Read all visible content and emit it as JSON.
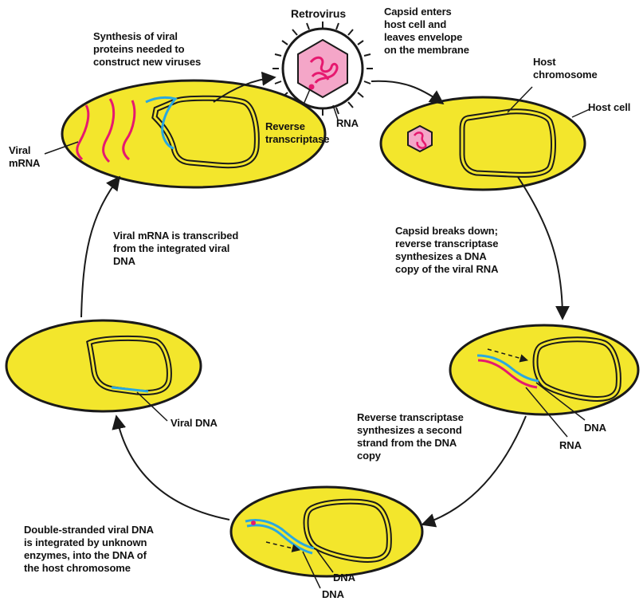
{
  "title": "Retrovirus",
  "colors": {
    "cell_fill": "#f3e62c",
    "outline": "#1a1a1a",
    "chromosome_inner": "#f3e62c",
    "viral_rna": "#e6196f",
    "viral_dna": "#29a8e0",
    "capsid_fill": "#f4a6c8"
  },
  "labels": {
    "synthesis": "Synthesis of viral\nproteins needed to\nconstruct new viruses",
    "capsid_enters": "Capsid enters\nhost cell and\nleaves envelope\non the membrane",
    "host_chromosome": "Host\nchromosome",
    "host_cell": "Host cell",
    "rna_virus": "RNA",
    "reverse_transcriptase": "Reverse\ntranscriptase",
    "viral_mrna": "Viral\nmRNA",
    "mrna_transcribed": "Viral mRNA is transcribed\nfrom the integrated viral\nDNA",
    "capsid_breaks": "Capsid breaks down;\nreverse transcriptase\nsynthesizes a DNA\ncopy of the viral RNA",
    "viral_dna": "Viral DNA",
    "dna_right": "DNA",
    "rna_right": "RNA",
    "second_strand": "Reverse transcriptase\nsynthesizes a second\nstrand from the DNA\ncopy",
    "double_stranded": "Double-stranded viral DNA\nis integrated by unknown\nenzymes, into the DNA of\nthe host chromosome",
    "dna_bottom_1": "DNA",
    "dna_bottom_2": "DNA"
  },
  "icons": [
    "retrovirus-particle-icon",
    "capsid-icon",
    "cycle-arrow-icon"
  ]
}
